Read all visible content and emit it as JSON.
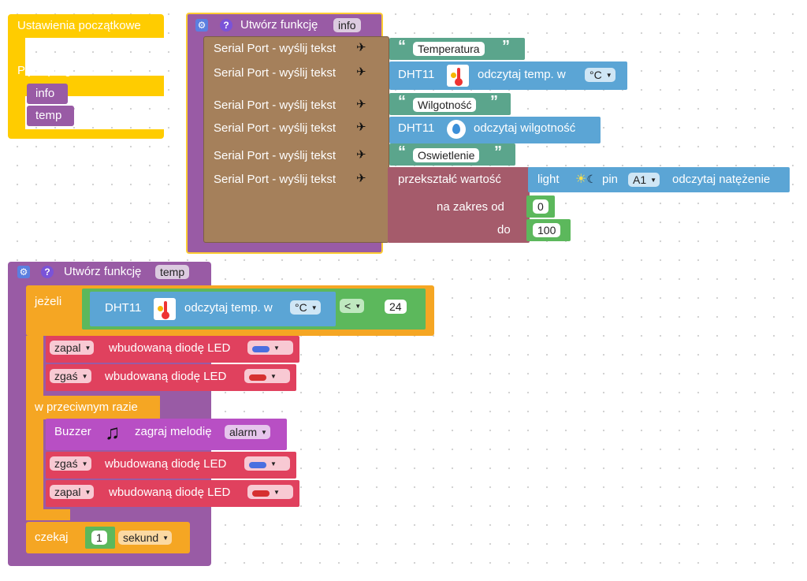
{
  "setup_block": {
    "title": "Ustawienia początkowe",
    "loop_label": "Pętla programu",
    "calls": [
      "info",
      "temp"
    ]
  },
  "func_info": {
    "header": "Utwórz funkcję",
    "name": "info",
    "serial_label": "Serial Port - wyślij tekst",
    "rows": {
      "text_temperatura": "Temperatura",
      "dht_temp": {
        "sensor": "DHT11",
        "action": "odczytaj temp. w",
        "unit": "°C"
      },
      "text_wilgotnosc": "Wilgotność",
      "dht_hum": {
        "sensor": "DHT11",
        "action": "odczytaj wilgotność"
      },
      "text_oswietlenie": "Oswietlenie",
      "map": {
        "label": "przekształć wartość",
        "light": "light",
        "pin_label": "pin",
        "pin": "A1",
        "read_label": "odczytaj natężenie",
        "range_from_label": "na zakres od",
        "range_from": "0",
        "range_to_label": "do",
        "range_to": "100"
      }
    }
  },
  "func_temp": {
    "header": "Utwórz funkcję",
    "name": "temp",
    "if_label": "jeżeli",
    "condition": {
      "sensor": "DHT11",
      "action": "odczytaj temp. w",
      "unit": "°C",
      "operator": "<",
      "value": "24"
    },
    "then": [
      {
        "state": "zapal",
        "label": "wbudowaną diodę LED",
        "color": "blue"
      },
      {
        "state": "zgaś",
        "label": "wbudowaną diodę LED",
        "color": "red"
      }
    ],
    "else_label": "w przeciwnym razie",
    "buzzer": {
      "label": "Buzzer",
      "action": "zagraj melodię",
      "melody": "alarm"
    },
    "else": [
      {
        "state": "zgaś",
        "label": "wbudowaną diodę LED",
        "color": "blue"
      },
      {
        "state": "zapal",
        "label": "wbudowaną diodę LED",
        "color": "red"
      }
    ],
    "wait": {
      "label": "czekaj",
      "value": "1",
      "unit": "sekund"
    }
  },
  "colors": {
    "event": "#ffcc00",
    "function": "#995ba5",
    "serial": "#a5805b",
    "text": "#5ba58c",
    "sensor": "#5ba5d5",
    "math": "#a55b6b",
    "number": "#5cb85c",
    "control": "#f5a623",
    "led": "#e0415e",
    "buzzer": "#b84fc4"
  }
}
